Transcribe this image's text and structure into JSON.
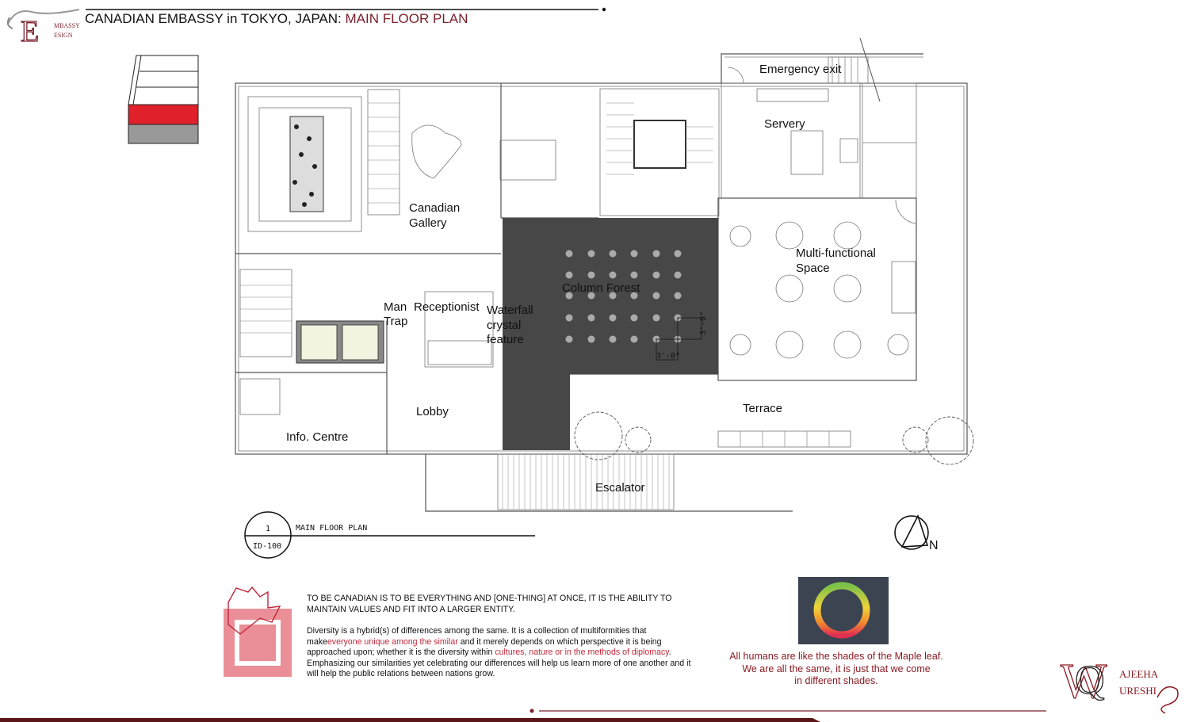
{
  "header": {
    "title": "CANADIAN EMBASSY in TOKYO, JAPAN:",
    "subtitle": "MAIN FLOOR PLAN",
    "logo_text": [
      "E",
      "MBASSY",
      "ESIGN"
    ]
  },
  "rooms": {
    "emergency_exit": "Emergency exit",
    "servery": "Servery",
    "canadian_gallery_1": "Canadian",
    "canadian_gallery_2": "Gallery",
    "multi_functional_1": "Multi-functional",
    "multi_functional_2": "Space",
    "column_forest": "Column Forest",
    "man_trap_1": "Man",
    "man_trap_2": "Trap",
    "receptionist": "Receptionist",
    "waterfall_1": "Waterfall",
    "waterfall_2": "crystal",
    "waterfall_3": "feature",
    "lobby": "Lobby",
    "terrace": "Terrace",
    "info_centre": "Info. Centre",
    "escalator": "Escalator"
  },
  "dimensions": [
    "3'-0\"",
    "3'-0\""
  ],
  "plan_tag": {
    "number": "1",
    "sheet": "ID-100",
    "label": "MAIN FLOOR PLAN"
  },
  "north_label": "N",
  "statement": {
    "heading": "TO BE CANADIAN IS TO BE EVERYTHING AND [ONE-THING] AT ONCE,  IT IS THE ABILITY TO MAINTAIN VALUES AND FIT INTO A LARGER ENTITY.",
    "p1": "Diversity is a hybrid(s) of differences among the same. It is a collection of  multiformities that make",
    "p1_red": "everyone  unique  among  the  similar",
    "p2": " and it merely depends on which perspective it is being approached upon; whether it is the diversity within ",
    "p2_red": "cultures, nature or in the methods of diplomacy",
    "p3": ". Emphasizing our similarities yet celebrating our differences will help us learn more of one another and it will help the public relations between nations grow."
  },
  "quote": {
    "line1": "All humans are like the shades of the Maple leaf.",
    "line2": "We are all the same, it is just that we come",
    "line3": "in different shades."
  },
  "signature_logo": [
    "W",
    "Q",
    "AJEEHA",
    "URESHI"
  ],
  "colors": {
    "accent": "#7a1f2b",
    "red_text": "#c0283a",
    "legend_red": "#e0202a",
    "legend_grey": "#999999",
    "dark_floor": "#474747",
    "maple_pink": "#ea8f97"
  }
}
